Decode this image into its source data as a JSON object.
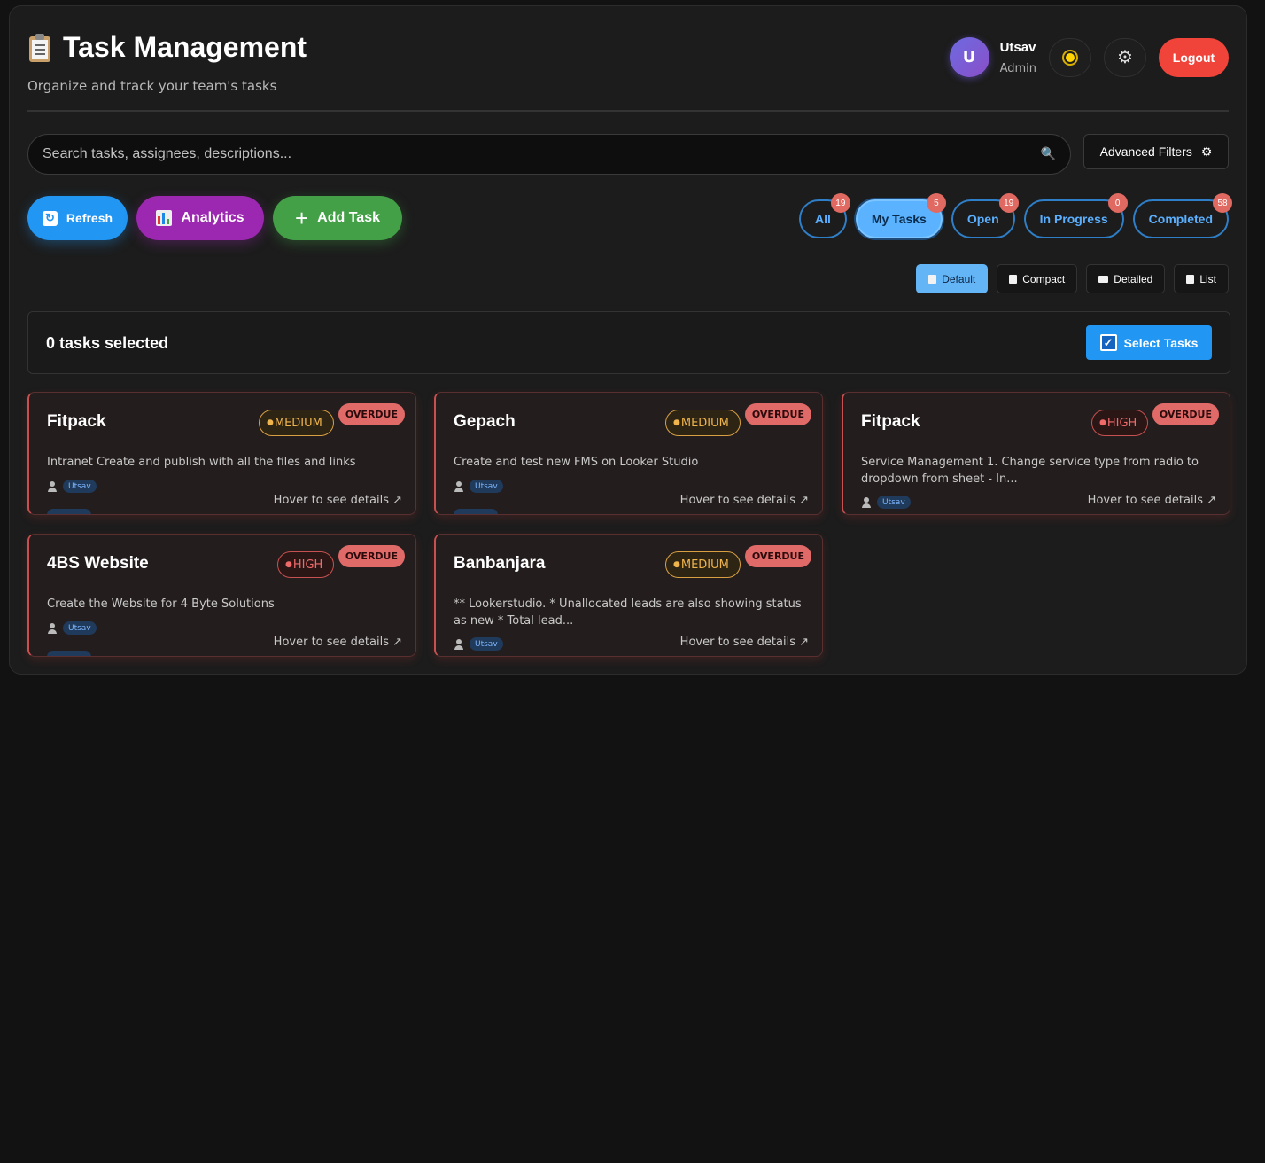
{
  "header": {
    "title": "Task Management",
    "subtitle": "Organize and track your team's tasks"
  },
  "user": {
    "initial": "U",
    "name": "Utsav",
    "role": "Admin",
    "theme_icon": "sun-icon",
    "settings_icon": "gear-icon",
    "logout_label": "Logout"
  },
  "search": {
    "placeholder": "Search tasks, assignees, descriptions...",
    "value": ""
  },
  "advanced_filters_label": "Advanced Filters",
  "actions": {
    "refresh_label": "Refresh",
    "analytics_label": "Analytics",
    "add_task_label": "Add Task"
  },
  "filters": [
    {
      "label": "All",
      "count": "19",
      "active": false
    },
    {
      "label": "My Tasks",
      "count": "5",
      "active": true
    },
    {
      "label": "Open",
      "count": "19",
      "active": false
    },
    {
      "label": "In Progress",
      "count": "0",
      "active": false
    },
    {
      "label": "Completed",
      "count": "58",
      "active": false
    }
  ],
  "views": [
    {
      "label": "Default",
      "active": true
    },
    {
      "label": "Compact",
      "active": false
    },
    {
      "label": "Detailed",
      "active": false
    },
    {
      "label": "List",
      "active": false
    }
  ],
  "selection": {
    "count_text": "0 tasks selected",
    "select_label": "Select Tasks"
  },
  "colors": {
    "refresh": "#2196f3",
    "analytics": "#9c27b0",
    "add": "#43a047",
    "logout": "#f0443a",
    "overdue": "#e06a68",
    "medium": "#f0b44c",
    "high": "#f06a6a"
  },
  "tasks": [
    {
      "title": "Fitpack",
      "priority": "MEDIUM",
      "status": "OVERDUE",
      "description": "Intranet Create and publish with all the files and links",
      "assignee": "Utsav",
      "hint": "Hover to see details ↗"
    },
    {
      "title": "Gepach",
      "priority": "MEDIUM",
      "status": "OVERDUE",
      "description": "Create and test new FMS on Looker Studio",
      "assignee": "Utsav",
      "hint": "Hover to see details ↗"
    },
    {
      "title": "Fitpack",
      "priority": "HIGH",
      "status": "OVERDUE",
      "description": "Service Management 1. Change service type from radio to dropdown from sheet - In...",
      "assignee": "Utsav",
      "hint": "Hover to see details ↗"
    },
    {
      "title": "4BS Website",
      "priority": "HIGH",
      "status": "OVERDUE",
      "description": "Create the Website for 4 Byte Solutions",
      "assignee": "Utsav",
      "hint": "Hover to see details ↗"
    },
    {
      "title": "Banbanjara",
      "priority": "MEDIUM",
      "status": "OVERDUE",
      "description": "** Lookerstudio. * Unallocated leads are also showing status as new * Total lead...",
      "assignee": "Utsav",
      "hint": "Hover to see details ↗"
    }
  ]
}
